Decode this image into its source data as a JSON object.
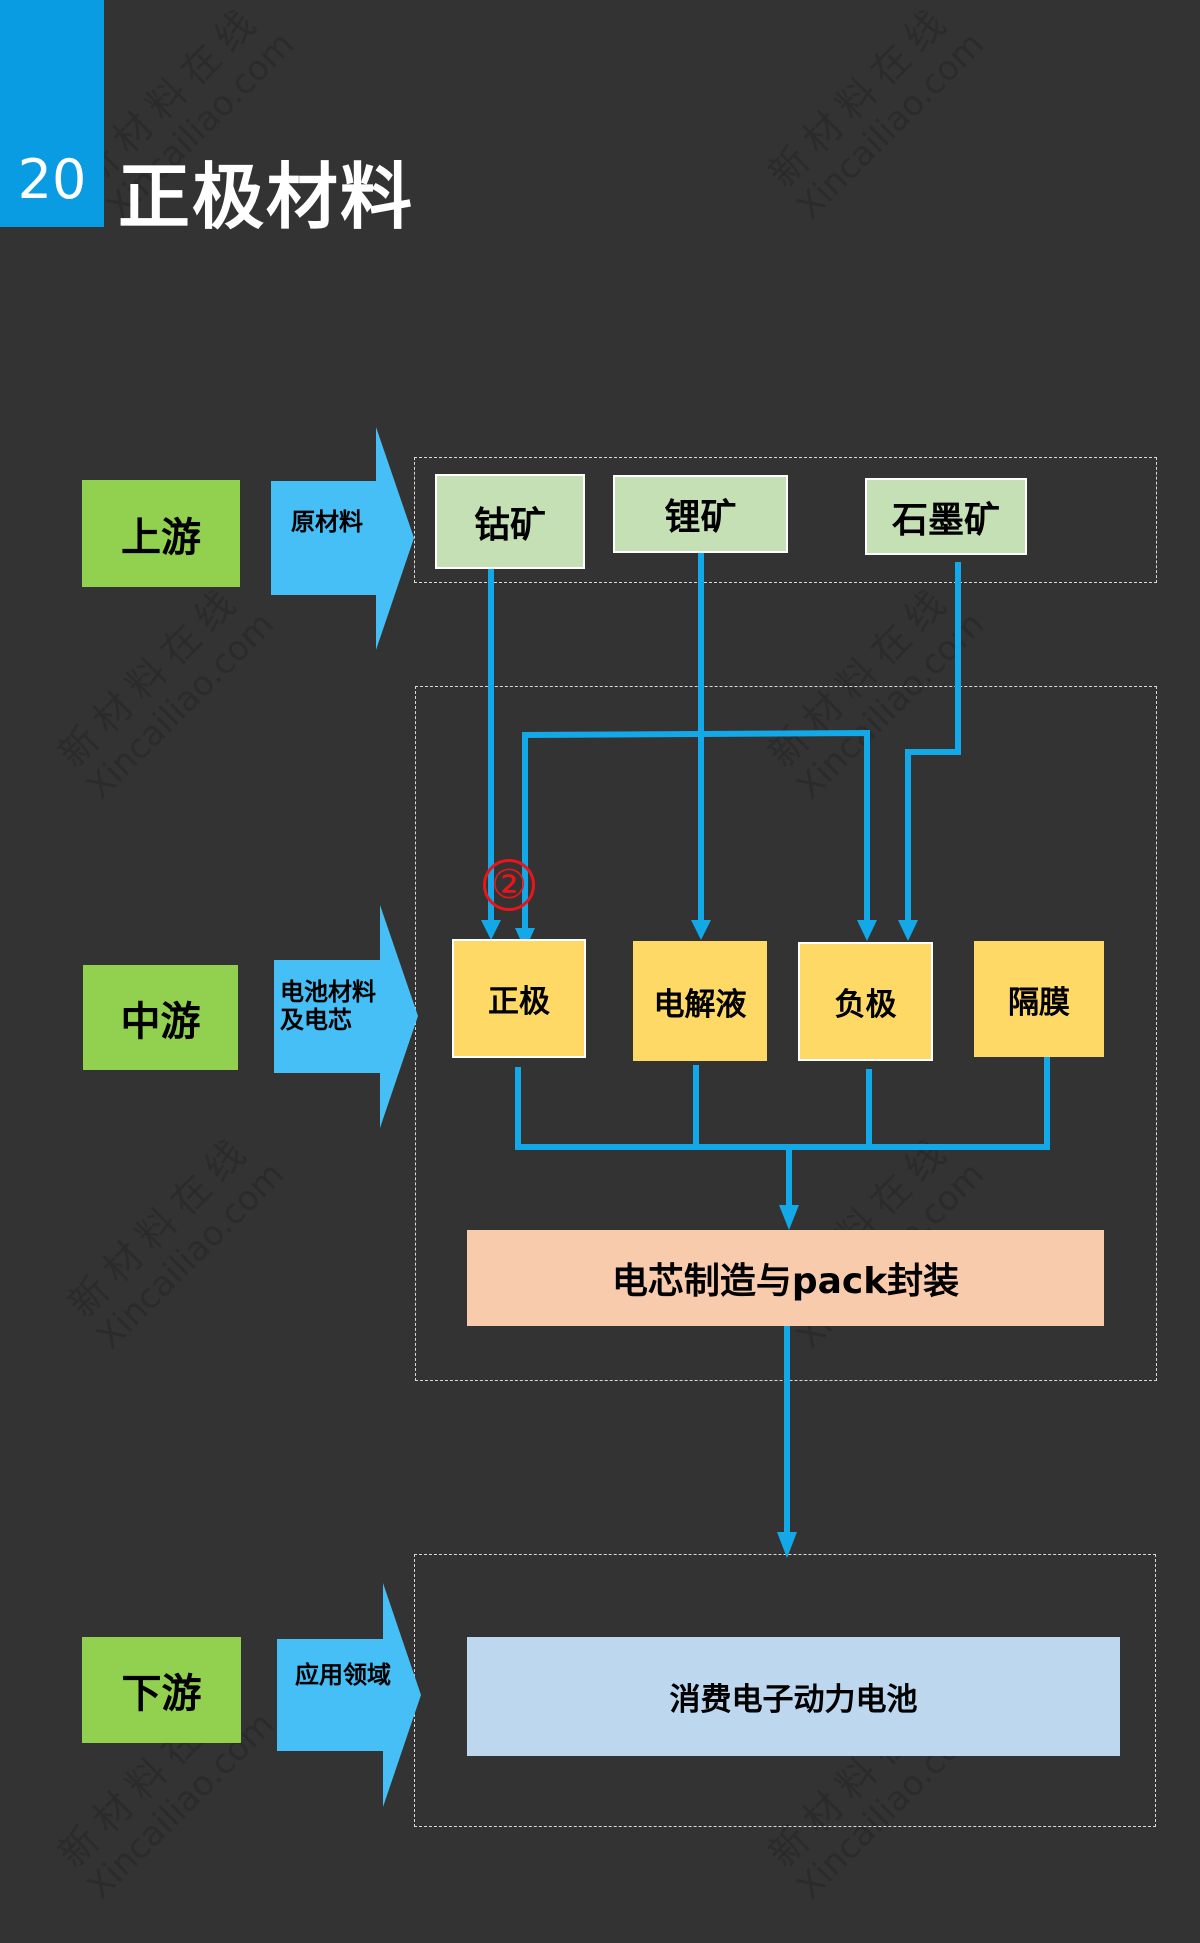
{
  "header": {
    "slide_number": "20",
    "title": "正极材料"
  },
  "watermark": {
    "cn": "新材料在线",
    "en": "Xincailiao.com"
  },
  "colors": {
    "background": "#333333",
    "accent_blue": "#0a9ce2",
    "arrow_blue": "#45bff5",
    "line_blue": "#13a8e8",
    "stage_green": "#92d050",
    "raw_green": "#c5e0b4",
    "material_yellow": "#ffd966",
    "pack_peach": "#f8cbad",
    "app_blue": "#bdd7ee",
    "marker_red": "#e8161a"
  },
  "stages": [
    {
      "label": "上游",
      "arrow_label": "原材料"
    },
    {
      "label": "中游",
      "arrow_label_line1": "电池材料",
      "arrow_label_line2": "及电芯"
    },
    {
      "label": "下游",
      "arrow_label": "应用领域"
    }
  ],
  "upstream": {
    "items": [
      "钴矿",
      "锂矿",
      "石墨矿"
    ]
  },
  "midstream": {
    "materials": [
      "正极",
      "电解液",
      "负极",
      "隔膜"
    ],
    "assembly": "电芯制造与pack封装",
    "marker": "②"
  },
  "downstream": {
    "application": "消费电子动力电池"
  },
  "connections": [
    {
      "from": "钴矿",
      "to": "正极"
    },
    {
      "from": "锂矿",
      "to": "正极"
    },
    {
      "from": "锂矿",
      "to": "电解液"
    },
    {
      "from": "锂矿",
      "to": "负极"
    },
    {
      "from": "石墨矿",
      "to": "负极"
    },
    {
      "from": "正极",
      "to": "电芯制造与pack封装"
    },
    {
      "from": "电解液",
      "to": "电芯制造与pack封装"
    },
    {
      "from": "负极",
      "to": "电芯制造与pack封装"
    },
    {
      "from": "隔膜",
      "to": "电芯制造与pack封装"
    },
    {
      "from": "电芯制造与pack封装",
      "to": "消费电子动力电池"
    }
  ]
}
